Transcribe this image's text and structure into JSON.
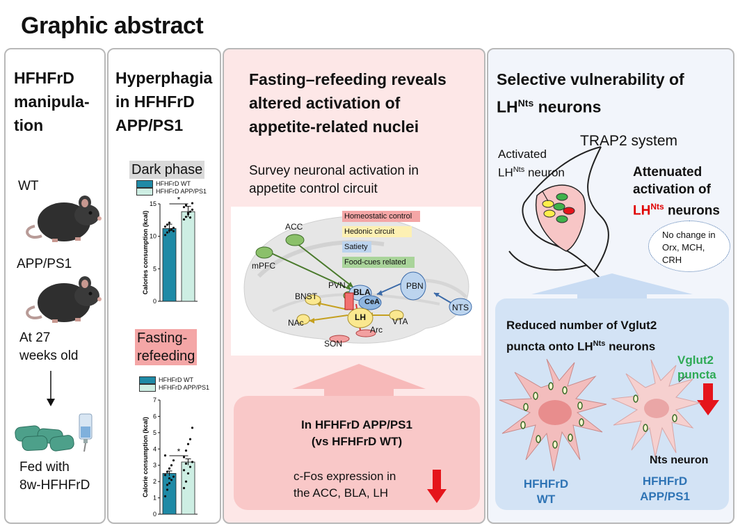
{
  "title": "Graphic abstract",
  "colors": {
    "wt_bar": "#1f8aa6",
    "app_bar": "#cdeee3",
    "panel3_bg": "#fde7e7",
    "panel4_bg": "#edf2fb",
    "down_arrow": "#e5141b",
    "green_text": "#2eaa55",
    "blue_label": "#2f74b5",
    "red_text": "#e00000"
  },
  "panel1": {
    "title_lines": [
      "HFHFrD",
      "manipula-",
      "tion"
    ],
    "wt_label": "WT",
    "app_label": "APP/PS1",
    "age_lines": [
      "At 27",
      "weeks old"
    ],
    "fed_lines": [
      "Fed with",
      "8w-HFHFrD"
    ]
  },
  "panel2": {
    "title_lines": [
      "Hyperphagia",
      "in HFHFrD",
      "APP/PS1"
    ],
    "dark_label": "Dark phase",
    "fast_lines": [
      "Fasting-",
      "refeeding"
    ],
    "legend_wt": "HFHFrD WT",
    "legend_app": "HFHFrD APP/PS1",
    "legend_wt2": "HFHFrD WT",
    "legend_app2": "HFHFrD APP/PS1"
  },
  "panel3": {
    "title_lines": [
      "Fasting–refeeding reveals",
      "altered activation of",
      "appetite-related nuclei"
    ],
    "survey_lines": [
      "Survey neuronal activation in",
      "appetite control circuit"
    ],
    "legend": {
      "homeostatic": "Homeostatic control",
      "hedonic": "Hedonic circuit",
      "satiety": "Satiety",
      "food": "Food-cues related"
    },
    "nuclei": {
      "acc": "ACC",
      "mpfc": "mPFC",
      "pvn": "PVN",
      "bla": "BLA",
      "cea": "CeA",
      "bnst": "BNST",
      "nac": "NAc",
      "lh": "LH",
      "arc": "Arc",
      "son": "SON",
      "vta": "VTA",
      "pbn": "PBN",
      "nts": "NTS"
    },
    "box_lines": [
      "In HFHFrD APP/PS1",
      "(vs HFHFrD WT)"
    ],
    "cfos_lines": [
      "c-Fos expression in",
      "the ACC, BLA, LH"
    ]
  },
  "panel4": {
    "title_line1": "Selective vulnerability of",
    "title_lh": "LH",
    "title_sup": "Nts",
    "title_rest": " neurons",
    "trap2": "TRAP2 system",
    "activated": "Activated",
    "act_lh": "LH",
    "act_sup": "Nts",
    "act_rest": " neuron",
    "att_line1": "Attenuated",
    "att_line2": "activation of",
    "att_lh": "LH",
    "att_sup": "Nts",
    "att_rest": " neurons",
    "nochange_lines": [
      "No change in",
      "Orx, MCH,",
      "CRH"
    ],
    "reduced_line1": "Reduced number of Vglut2",
    "reduced_line2a": "puncta onto LH",
    "reduced_sup": "Nts",
    "reduced_rest": " neurons",
    "vglut_lines": [
      "Vglut2",
      "puncta"
    ],
    "nts_neuron": "Nts neuron",
    "wt_lines": [
      "HFHFrD",
      "WT"
    ],
    "app_lines": [
      "HFHFrD",
      "APP/PS1"
    ]
  },
  "chart_data": [
    {
      "type": "bar",
      "title": "Dark phase",
      "ylabel": "Calories consumption (kcal)",
      "categories": [
        "HFHFrD WT",
        "HFHFrD APP/PS1"
      ],
      "values": [
        11.2,
        13.8
      ],
      "ylim": [
        0,
        15
      ],
      "yticks": [
        0,
        5,
        10,
        15
      ],
      "significance": "*",
      "points": [
        [
          10.2,
          10.6,
          10.9,
          11.1,
          11.3,
          11.5,
          11.8,
          12.1,
          11.0,
          10.8
        ],
        [
          12.6,
          13.0,
          13.4,
          13.8,
          14.1,
          14.5,
          14.8,
          13.6,
          12.9,
          15.1
        ]
      ]
    },
    {
      "type": "bar",
      "title": "Fasting-refeeding",
      "ylabel": "Calorie consumption (kcal)",
      "categories": [
        "HFHFrD WT",
        "HFHFrD APP/PS1"
      ],
      "values": [
        2.5,
        3.2
      ],
      "ylim": [
        0,
        7
      ],
      "yticks": [
        0,
        1,
        2,
        3,
        4,
        5,
        6,
        7
      ],
      "significance": "*",
      "points": [
        [
          1.1,
          1.5,
          1.9,
          2.1,
          2.3,
          2.4,
          2.6,
          2.8,
          3.0,
          3.3,
          3.6,
          1.8,
          2.2
        ],
        [
          1.6,
          2.0,
          2.5,
          2.9,
          3.2,
          3.5,
          3.9,
          4.3,
          4.6,
          5.3,
          2.7,
          3.1
        ]
      ]
    }
  ]
}
